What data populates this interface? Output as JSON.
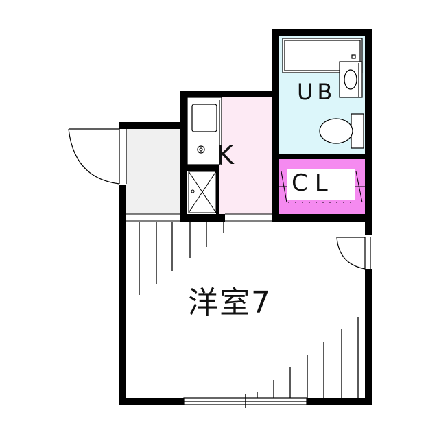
{
  "floor_plan": {
    "rooms": [
      {
        "id": "unit-bath",
        "label": "UB",
        "fill": "#dcf6fa"
      },
      {
        "id": "kitchen",
        "label": "K",
        "fill": "#fdeaf4"
      },
      {
        "id": "closet",
        "label": "CL",
        "fill": "#f58af0"
      },
      {
        "id": "western-room",
        "label": "洋室7",
        "fill": "#ffffff"
      },
      {
        "id": "entrance",
        "label": "",
        "fill": "#f0f0f0"
      }
    ],
    "colors": {
      "wall": "#000000",
      "background": "#ffffff",
      "entrance_floor": "#f0f0f0",
      "kitchen_floor": "#fdeaf4",
      "bath_floor": "#dcf6fa",
      "closet_floor": "#f58af0"
    }
  }
}
